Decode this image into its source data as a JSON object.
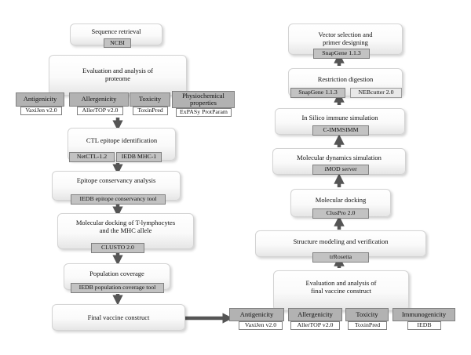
{
  "left": {
    "sequence_retrieval": "Sequence retrieval",
    "ncbi": "NCBI",
    "evaluation_proteome": "Evaluation and analysis of\nproteome",
    "antigenicity": "Antigenicity",
    "vaxijen": "VaxiJen v2.0",
    "allergenicity": "Allergenicity",
    "allertop": "AllerTOP v2.0",
    "toxicity": "Toxicity",
    "toxinpred": "ToxinPred",
    "physio": "Physiochemical\nproperties",
    "expasy": "ExPASy ProtParam",
    "ctl": "CTL epitope identification",
    "netctl": "NetCTL-1.2",
    "iedb_mhc": "IEDB MHC-1",
    "conservancy": "Epitope conservancy analysis",
    "iedb_conservancy": "IEDB epitope conservancy tool",
    "docking_t": "Molecular docking of T-lymphocytes\nand the MHC allele",
    "clusto": "CLUSTO 2.0",
    "population": "Population coverage",
    "iedb_population": "IEDB population coverage tool",
    "final_vaccine": "Final vaccine construct"
  },
  "right": {
    "vector": "Vector selection and\nprimer designing",
    "snapgene1": "SnapGene 1.1.3",
    "restriction": "Restriction digestion",
    "snapgene2": "SnapGene 1.1.3",
    "nebcutter": "NEBcutter 2.0",
    "immune_sim": "In Silico immune simulation",
    "cimmsimm": "C-IMMSIMM",
    "md_sim": "Molecular dynamics simulation",
    "imod": "iMOD server",
    "mol_docking": "Molecular docking",
    "cluspro": "ClusPro 2.0",
    "structure": "Structure modeling and verification",
    "trrosetta": "trRosetta",
    "eval_final": "Evaluation and analysis of\nfinal vaccine construct",
    "antigenicity": "Antigenicity",
    "vaxijen": "VaxiJen v2.0",
    "allergenicity": "Allergenicity",
    "allertop": "AllerTOP v2.0",
    "toxicity": "Toxicity",
    "toxinpred": "ToxinPred",
    "immunogenicity": "Immunogenicity",
    "iedb": "IEDB"
  },
  "colors": {
    "arrow": "#555555",
    "tag_fill": "#c2c2c2",
    "box_border": "#d3d3d3"
  }
}
